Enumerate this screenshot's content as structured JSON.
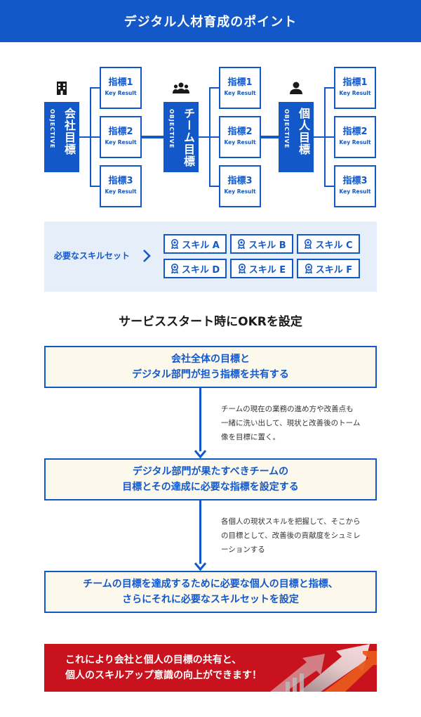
{
  "header": {
    "title": "デジタル人材育成のポイント"
  },
  "objectives": [
    {
      "label": "会社目標",
      "sublabel": "OBJECTIVE",
      "icon": "building-icon"
    },
    {
      "label": "チーム目標",
      "sublabel": "OBJECTIVE",
      "icon": "team-icon"
    },
    {
      "label": "個人目標",
      "sublabel": "OBJECTIVE",
      "icon": "person-icon"
    }
  ],
  "key_results": [
    {
      "label": "指標1",
      "sublabel": "Key Result"
    },
    {
      "label": "指標2",
      "sublabel": "Key Result"
    },
    {
      "label": "指標3",
      "sublabel": "Key Result"
    }
  ],
  "skills": {
    "title": "必要なスキルセット",
    "items": [
      "スキル A",
      "スキル B",
      "スキル C",
      "スキル D",
      "スキル E",
      "スキル F"
    ]
  },
  "flow": {
    "title": "サービススタート時にOKRを設定",
    "steps": [
      {
        "line1": "会社全体の目標と",
        "line2": "デジタル部門が担う指標を共有する"
      },
      {
        "line1": "デジタル部門が果たすべきチームの",
        "line2": "目標とその達成に必要な指標を設定する"
      },
      {
        "line1": "チームの目標を達成するために必要な個人の目標と指標、",
        "line2": "さらにそれに必要なスキルセットを設定"
      }
    ],
    "notes": [
      [
        "チームの現在の業務の進め方や改善点も",
        "一緒に洗い出して、現状と改善後のトーム",
        "像を目標に置く。"
      ],
      [
        "各個人の現状スキルを把握して、そこから",
        "の目標として、改善後の貢献度をシュミレ",
        "ーションする"
      ]
    ]
  },
  "banner": {
    "line1": "これにより会社と個人の目標の共有と、",
    "line2": "個人のスキルアップ意識の向上ができます！"
  },
  "colors": {
    "primary": "#1358c9",
    "step_bg": "#fcf8ec",
    "skill_bg": "#e6eef9",
    "banner_red": "#c8121d"
  }
}
